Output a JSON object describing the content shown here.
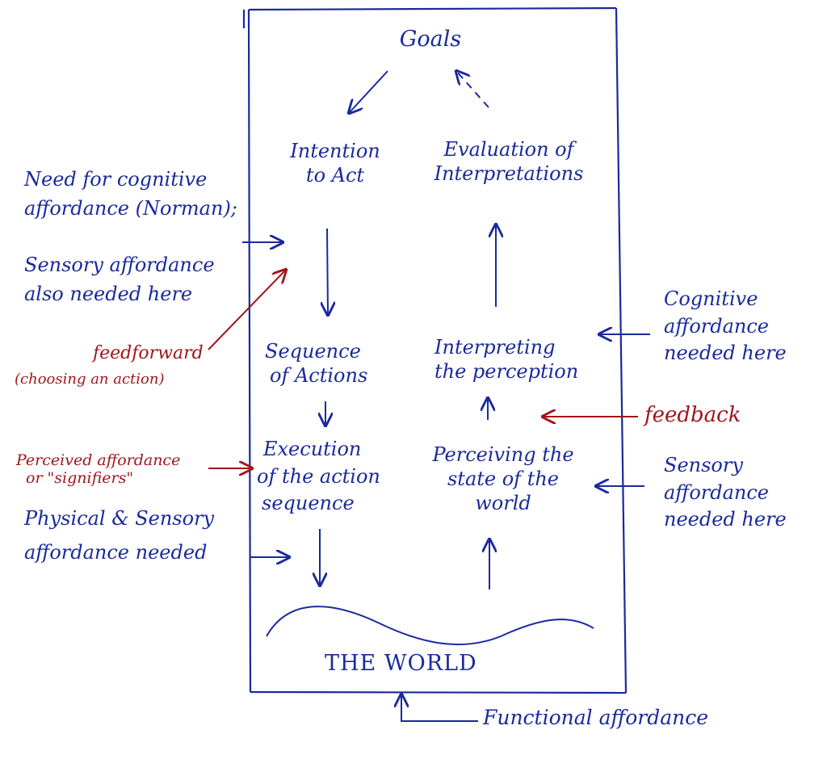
{
  "colors": {
    "ink_blue": "#1a2a9c",
    "ink_red": "#a0161a",
    "paper": "#ffffff"
  },
  "cycle": {
    "goals": "Goals",
    "intention": [
      "Intention",
      "to Act"
    ],
    "evaluation": [
      "Evaluation of",
      "Interpretations"
    ],
    "sequence": [
      "Sequence",
      "of Actions"
    ],
    "interpreting": [
      "Interpreting",
      "the perception"
    ],
    "execution": [
      "Execution",
      "of the action",
      "sequence"
    ],
    "perceiving": [
      "Perceiving the",
      "state of the",
      "world"
    ],
    "world": "THE WORLD"
  },
  "annotations": {
    "cognitive_norman": [
      "Need for cognitive",
      "affordance (Norman);"
    ],
    "sensory_also": [
      "Sensory affordance",
      "also needed here"
    ],
    "feedforward": "feedforward",
    "feedforward_note": "(choosing an action)",
    "perceived": [
      "Perceived affordance",
      "or \"signifiers\""
    ],
    "physical_sensory": [
      "Physical & Sensory",
      "affordance needed"
    ],
    "cognitive_right": [
      "Cognitive",
      "affordance",
      "needed here"
    ],
    "feedback": "feedback",
    "sensory_right": [
      "Sensory",
      "affordance",
      "needed here"
    ],
    "functional": "Functional affordance"
  }
}
